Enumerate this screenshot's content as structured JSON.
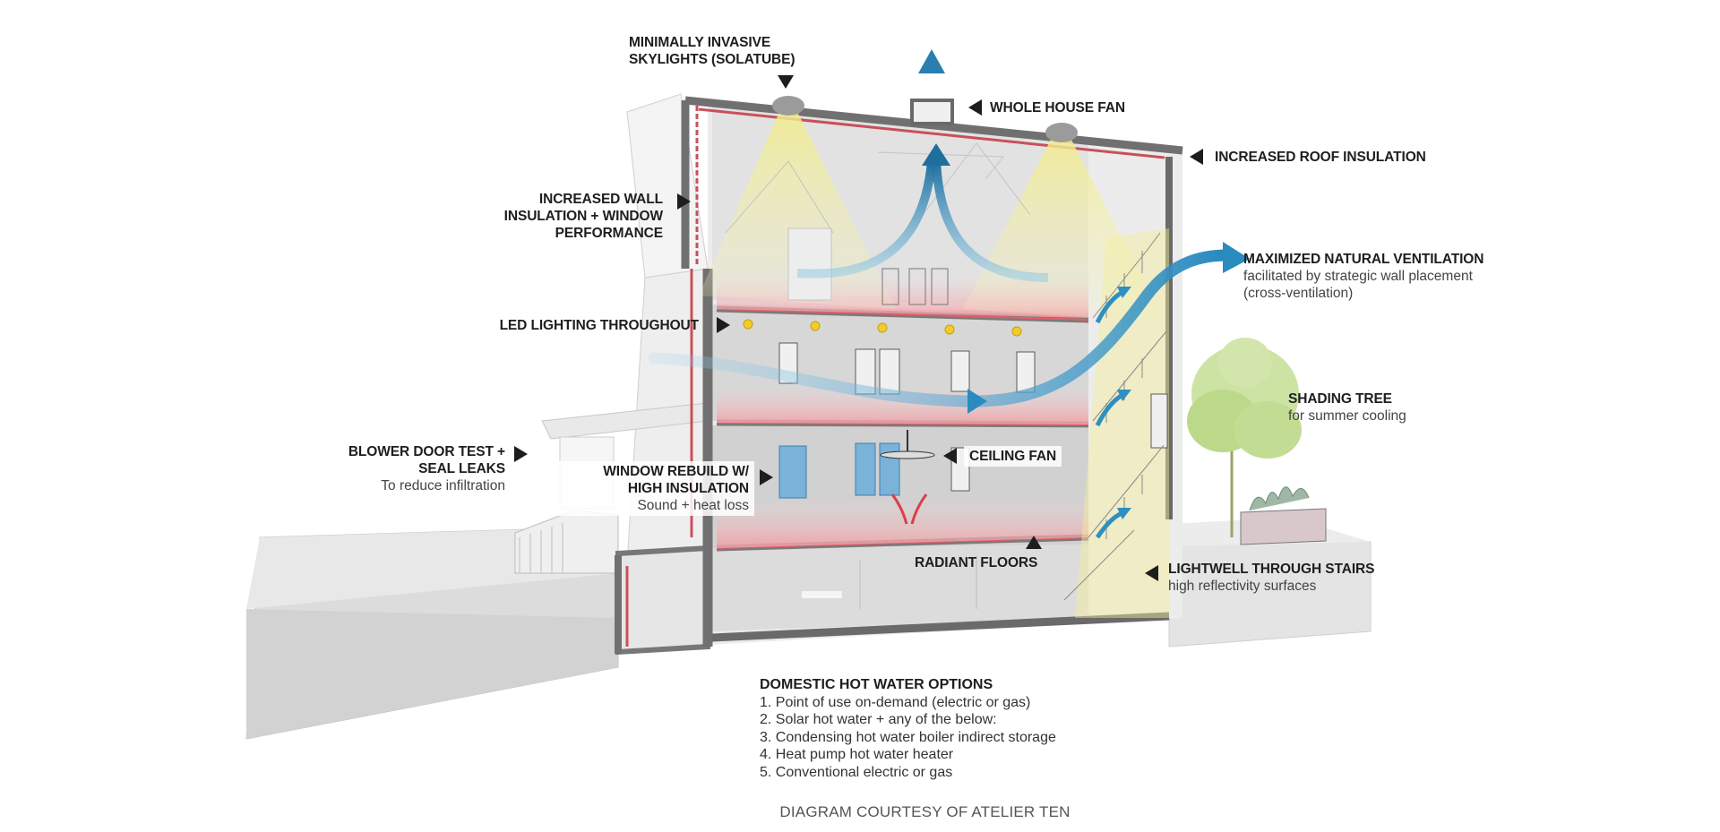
{
  "labels": {
    "skylights": "MINIMALLY INVASIVE\nSKYLIGHTS (SOLATUBE)",
    "whole_house_fan": "WHOLE HOUSE FAN",
    "roof_insulation": "INCREASED ROOF INSULATION",
    "wall_insulation": "INCREASED WALL\nINSULATION + WINDOW\nPERFORMANCE",
    "natural_ventilation": {
      "title": "MAXIMIZED NATURAL VENTILATION",
      "sub": "facilitated by strategic wall placement\n(cross-ventilation)"
    },
    "led_lighting": "LED LIGHTING THROUGHOUT",
    "shading_tree": {
      "title": "SHADING TREE",
      "sub": "for summer cooling"
    },
    "blower_door": {
      "title": "BLOWER DOOR TEST +\nSEAL LEAKS",
      "sub": "To reduce infiltration"
    },
    "window_rebuild": {
      "title": "WINDOW REBUILD W/\nHIGH INSULATION",
      "sub": "Sound + heat loss"
    },
    "ceiling_fan": "CEILING FAN",
    "radiant_floors": "RADIANT FLOORS",
    "lightwell": {
      "title": "LIGHTWELL THROUGH STAIRS",
      "sub": "high reflectivity surfaces"
    }
  },
  "hot_water": {
    "title": "DOMESTIC HOT WATER OPTIONS",
    "items": [
      "1. Point of use on-demand (electric or gas)",
      "2. Solar hot water + any of the below:",
      "3. Condensing hot water boiler indirect storage",
      "4. Heat pump hot water heater",
      "5. Conventional electric or gas"
    ]
  },
  "credit": "DIAGRAM COURTESY OF ATELIER TEN",
  "colors": {
    "wall": "#6e6e6e",
    "insulation": "#c9505a",
    "airflow": "#2f8fc0",
    "light_cone": "#f3ee9a",
    "floor_heat": "#f2b0b4",
    "tree": "#bcd98a",
    "led": "#f2cc2a"
  }
}
